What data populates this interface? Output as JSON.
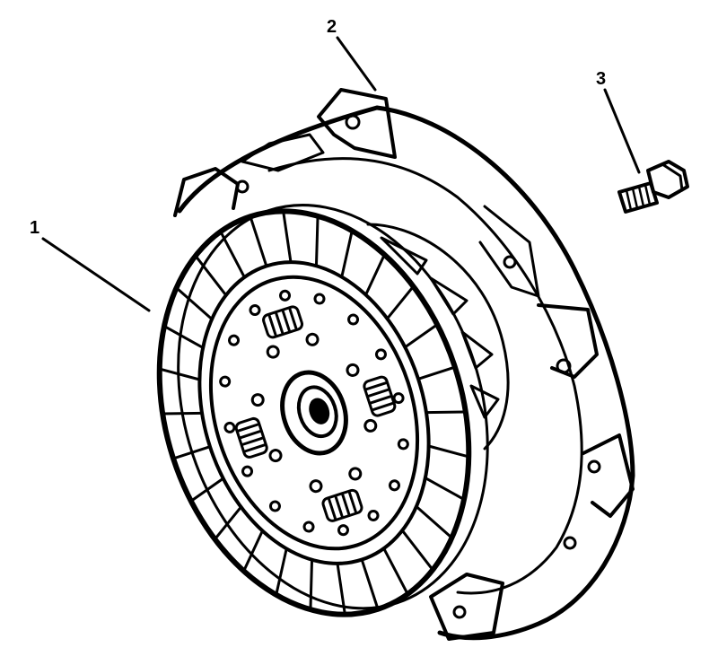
{
  "callouts": {
    "item_1": "1",
    "item_2": "2",
    "item_3": "3"
  },
  "colors": {
    "line": "#000000",
    "background": "#ffffff"
  }
}
